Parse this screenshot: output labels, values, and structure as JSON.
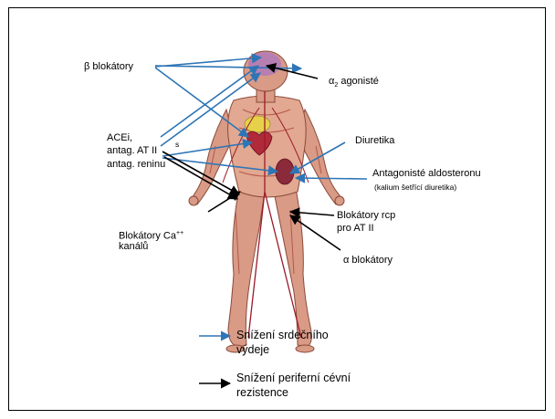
{
  "labels": {
    "beta_blockers": "β blokátory",
    "alpha2_agonists_prefix": "α",
    "alpha2_agonists_sub": "2",
    "alpha2_agonists_suffix": " agonisté",
    "acei_line1": "ACEi,",
    "acei_line2": "antag. AT II",
    "acei_line3": "antag. reninu",
    "diuretics": "Diuretika",
    "aldosterone_antag": "Antagonisté aldosteronu",
    "aldosterone_note": "(kalium šetřící diuretika)",
    "ca_blockers_prefix": "Blokátory Ca",
    "ca_blockers_sup": "++",
    "ca_blockers_line2": "kanálů",
    "at2_rcp_blockers_line1": "Blokátory rcp",
    "at2_rcp_blockers_line2": "pro AT II",
    "alpha_blockers": "α blokátory",
    "small_mark": "s"
  },
  "legend": {
    "cardiac_output_line1": "Snížení srdečního",
    "cardiac_output_line2": "výdeje",
    "peripheral_resistance_line1": "Snížení periferní cévní",
    "peripheral_resistance_line2": "rezistence"
  },
  "colors": {
    "blue_arrow": "#2e75b6",
    "black_arrow": "#000000",
    "skin": "#e8b39a",
    "muscle": "#c46a5a",
    "heart": "#b02a3a",
    "liver": "#e6d24a",
    "kidney": "#8a2a3a",
    "brain": "#b07ab8"
  }
}
